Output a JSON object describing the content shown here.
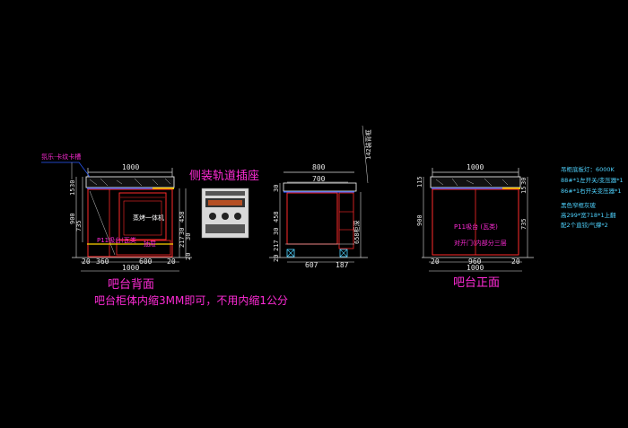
{
  "colors": {
    "background": "#000000",
    "dimension": "#e8e8e8",
    "outline_red": "#ff2a2a",
    "outline_white": "#ffffff",
    "magenta": "#ff2bd6",
    "yellow": "#ffd400",
    "blue": "#2a5bff",
    "cyan": "#4fd3ff"
  },
  "back_view": {
    "top_width": "1000",
    "bottom_width": "1000",
    "left_dims": [
      "30",
      "15",
      "735",
      "900"
    ],
    "right_dims": [
      "458",
      "30",
      "217",
      "30",
      "20"
    ],
    "bottom_dims": [
      "20",
      "360",
      "600",
      "20"
    ],
    "callout": "氛乐·卡纹卡槽",
    "appliance_label": "蒸烤一体机",
    "counter_label": "P11吸台(瓦类",
    "drawer_label": "抽屉",
    "caption": "吧台背面",
    "note": "吧台柜体内缩3MM即可，不用内缩1公分"
  },
  "socket_callout": {
    "title": "侧装轨道插座"
  },
  "side_view": {
    "top_width": "800",
    "inner_width": "700",
    "left_dims": [
      "30",
      "458",
      "30",
      "217",
      "20"
    ],
    "right_dims": [
      "658柜深"
    ],
    "bottom_dims": [
      "607",
      "187"
    ],
    "rotated_note": "142装背框"
  },
  "front_view": {
    "top_width": "1000",
    "bottom_width": "1000",
    "left_dims": [
      "115",
      "900"
    ],
    "right_dims": [
      "30",
      "15",
      "735"
    ],
    "bottom_dims": [
      "20",
      "960",
      "20"
    ],
    "counter_label": "P11吸台 (瓦类)",
    "door_label": "对开门(内部分三层",
    "caption": "吧台正面"
  },
  "spec_notes": [
    "吊柜底板灯：6000K",
    "88#*1左开关/变压器*1",
    "86#*1右开关变压器*1",
    "黑色窄框灰玻",
    "高299*宽718*1上翻",
    "配2个直铰/气撑*2"
  ]
}
